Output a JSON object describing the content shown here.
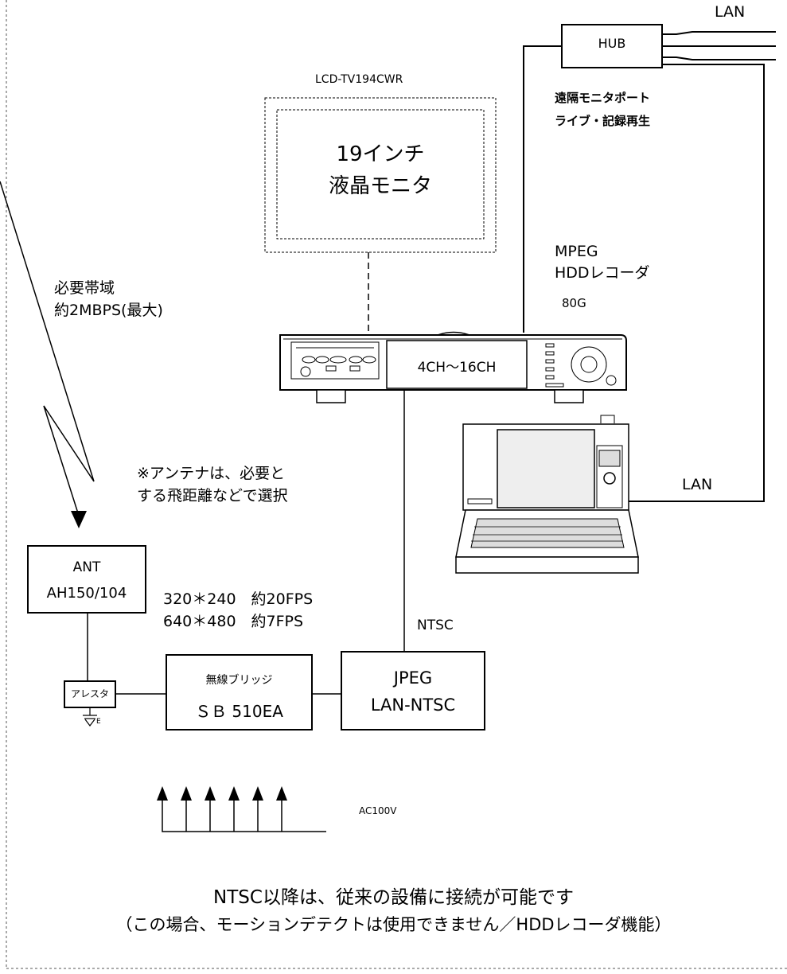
{
  "labels": {
    "lan_top": "LAN",
    "hub": "HUB",
    "remote_line1": "遠隔モニタポート",
    "remote_line2": "ライブ・記録再生",
    "monitor_model": "LCD-TV194CWR",
    "monitor_line1": "19インチ",
    "monitor_line2": "液晶モニタ",
    "recorder_line1": "MPEG",
    "recorder_line2": "HDDレコーダ",
    "recorder_capacity": "80G",
    "bandwidth_line1": "必要帯域",
    "bandwidth_line2": "約2MBPS(最大)",
    "recorder_display": "4CH～16CH",
    "antenna_note_line1": "※アンテナは、必要と",
    "antenna_note_line2": "する飛距離などで選択",
    "lan_pc": "LAN",
    "ant_line1": "ANT",
    "ant_line2": "AH150/104",
    "spec_line1": "320＊240　約20FPS",
    "spec_line2": "640＊480　約7FPS",
    "ntsc": "NTSC",
    "arrester": "アレスタ",
    "ground_e": "E",
    "bridge_line1": "無線ブリッジ",
    "bridge_line2": "ＳＢ 510EA",
    "jpeg_line1": "JPEG",
    "jpeg_line2": "LAN-NTSC",
    "ac": "AC100V",
    "footer_line1": "NTSC以降は、従来の設備に接続が可能です",
    "footer_line2": "（この場合、モーションデテクトは使用できません／HDDレコーダ機能）"
  }
}
